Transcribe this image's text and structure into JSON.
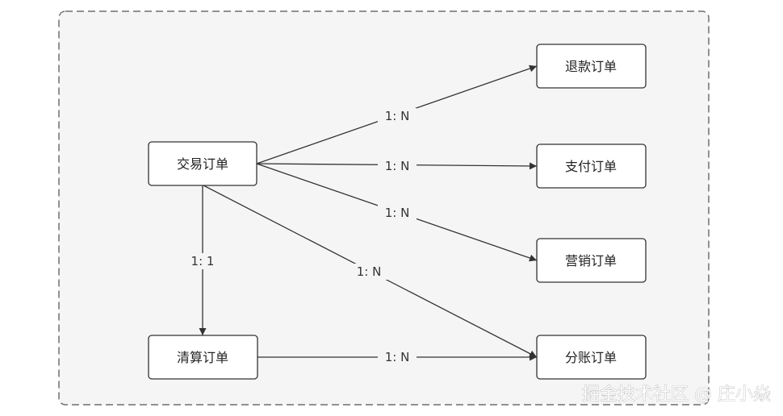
{
  "nodes": {
    "trade": "交易订单",
    "refund": "退款订单",
    "payment": "支付订单",
    "marketing": "营销订单",
    "split": "分账订单",
    "clearing": "清算订单"
  },
  "edges": {
    "trade_refund": "1: N",
    "trade_payment": "1: N",
    "trade_marketing": "1: N",
    "trade_split": "1: N",
    "trade_clearing": "1: 1",
    "clearing_split": "1: N"
  },
  "watermark": "掘金技术社区 @ 庄小焱",
  "colors": {
    "container_fill": "#f5f5f5",
    "container_border": "#6f6f6f",
    "node_fill": "#ffffff",
    "node_border": "#333333",
    "edge": "#333333"
  }
}
